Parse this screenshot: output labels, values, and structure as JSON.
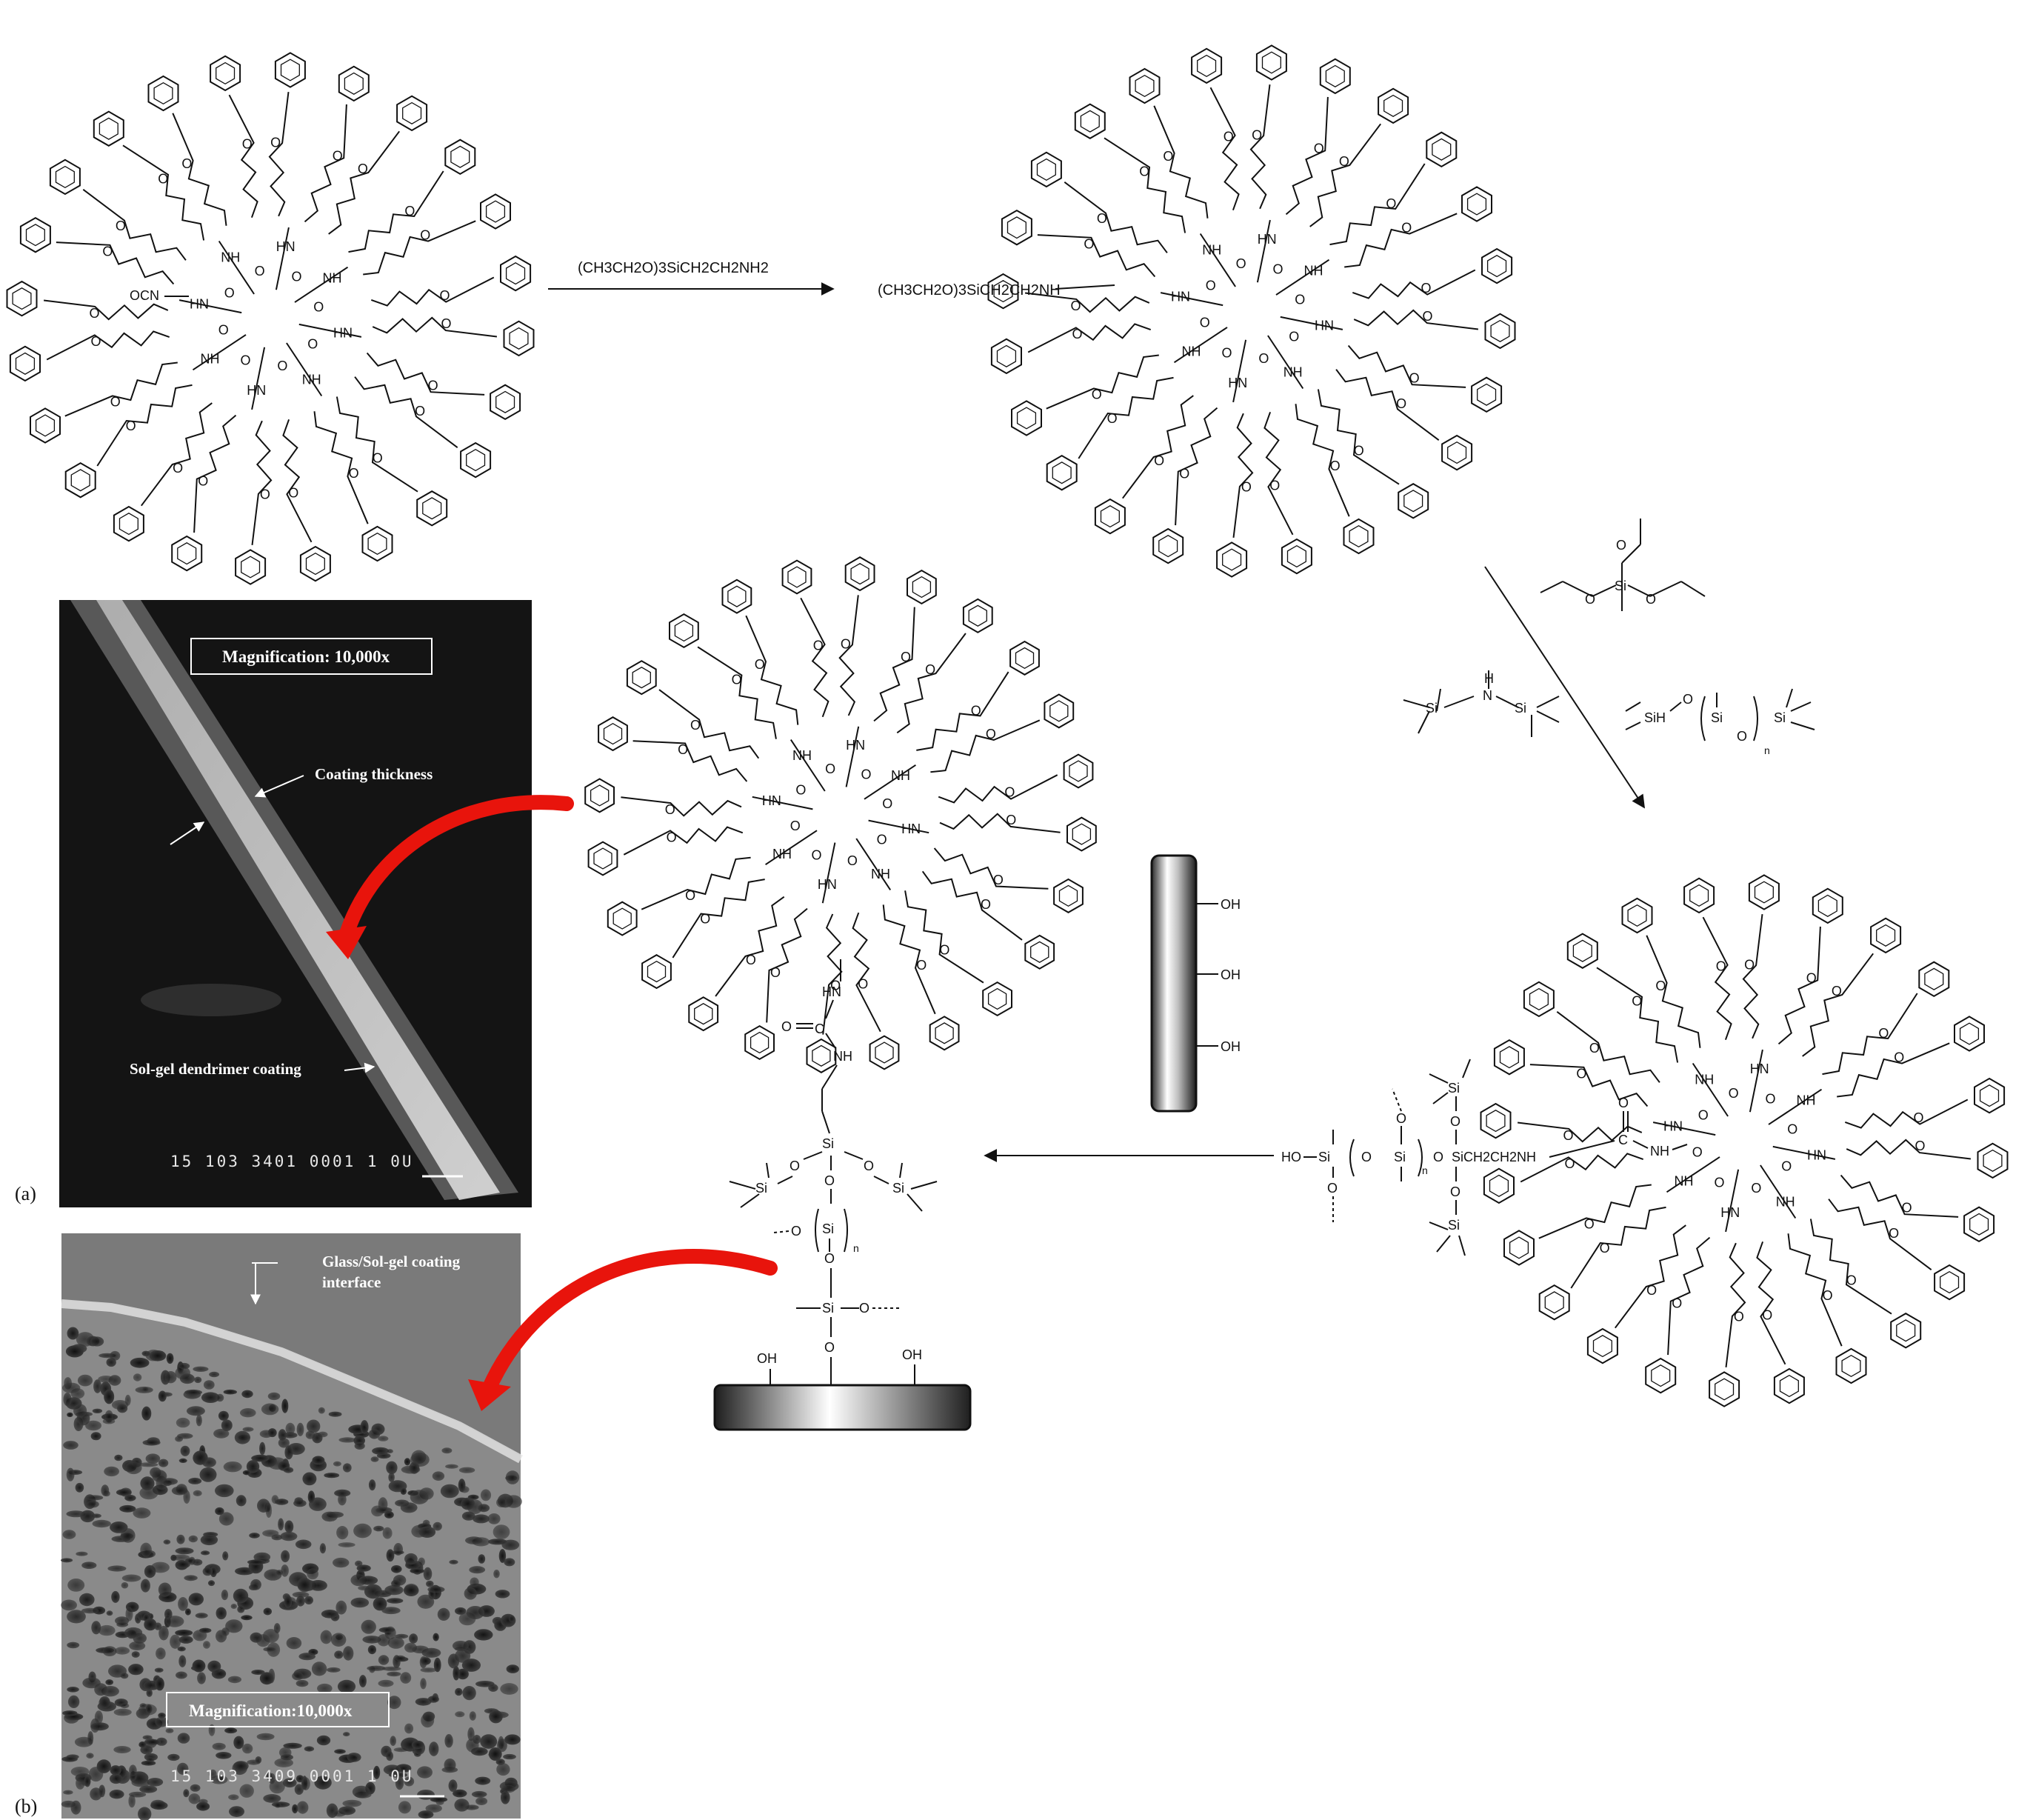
{
  "reagents": {
    "step1": "(CH3CH2O)3SiCH2CH2NH2",
    "silane_group": "(CH3CH2O)3SiCH2CH2NH",
    "teos_si": "Si",
    "hmds_left_si": "Si",
    "hmds_n": "N",
    "hmds_h": "H",
    "hmds_right_si": "Si",
    "pdms_sih": "SiH",
    "pdms_o": "O",
    "pdms_si": "Si",
    "pdms_n": "n",
    "pdms_end_si": "Si"
  },
  "dendrimer_labels": {
    "ocn": "OCN",
    "nh": "NH",
    "hn": "HN",
    "o": "O"
  },
  "coated_chain": {
    "ho": "HO",
    "si": "Si",
    "o": "O",
    "n": "n",
    "sich2ch2nh": "SiCH2CH2NH",
    "c": "C",
    "nh": "NH"
  },
  "surface": {
    "oh": "OH",
    "si": "Si",
    "o": "O",
    "n": "n",
    "hn": "HN",
    "nh": "NH",
    "c": "C"
  },
  "sem_a": {
    "magnification": "Magnification: 10,000x",
    "coating_thickness": "Coating thickness",
    "coating_label": "Sol-gel dendrimer coating",
    "footer": "15 103 3401 0001 1 0U",
    "panel_letter": "(a)"
  },
  "sem_b": {
    "magnification": "Magnification:10,000x",
    "interface_label_1": "Glass/Sol-gel coating",
    "interface_label_2": "interface",
    "footer": "15 103 3409 0001 1 0U",
    "panel_letter": "(b)"
  },
  "colors": {
    "arrow_red": "#e8140c",
    "sem_bg": "#141414"
  }
}
